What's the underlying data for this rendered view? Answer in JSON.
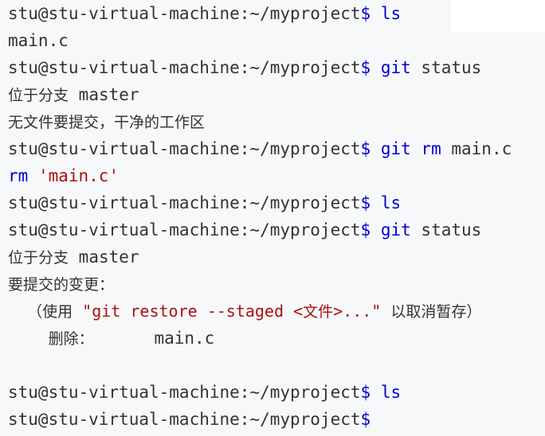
{
  "terminal": {
    "prompt_path": "stu@stu-virtual-machine:~/myproject",
    "prompt_symbol": "$",
    "lines": {
      "l1": {
        "cmd": "ls"
      },
      "l2": {
        "text": "main.c"
      },
      "l3": {
        "cmd": "git",
        "arg": "status"
      },
      "l4": {
        "cjk": "位于分支",
        "text": "master"
      },
      "l5": {
        "cjk": "无文件要提交，干净的工作区"
      },
      "l6": {
        "cmd": "git",
        "cmd2": "rm",
        "arg": "main.c"
      },
      "l7": {
        "kw": "rm",
        "str": "'main.c'"
      },
      "l8": {
        "cmd": "ls"
      },
      "l9": {
        "cmd": "git",
        "arg": "status"
      },
      "l10": {
        "cjk": "位于分支",
        "text": "master"
      },
      "l11": {
        "cjk": "要提交的变更："
      },
      "l12": {
        "cjk_open": "（使用",
        "str_a": "\"git restore --staged <",
        "cjk_str": "文件",
        "str_b": ">...\"",
        "cjk_close": "以取消暂存）"
      },
      "l13": {
        "cjk": "删除：",
        "text": "main.c"
      },
      "l15": {
        "cmd": "ls"
      }
    }
  },
  "colors": {
    "background": "#f6f8fa",
    "text": "#333333",
    "keyword": "#0000cc",
    "string": "#aa1111"
  }
}
